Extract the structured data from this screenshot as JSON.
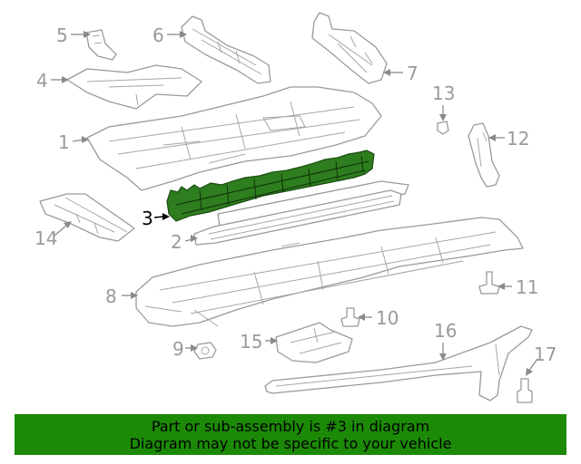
{
  "diagram": {
    "callouts": {
      "c1": "1",
      "c2": "2",
      "c3": "3",
      "c4": "4",
      "c5": "5",
      "c6": "6",
      "c7": "7",
      "c8": "8",
      "c9": "9",
      "c10": "10",
      "c11": "11",
      "c12": "12",
      "c13": "13",
      "c14": "14",
      "c15": "15",
      "c16": "16",
      "c17": "17"
    },
    "highlighted_part": "3",
    "highlight_color": "#2e7d1e"
  },
  "banner": {
    "line1": "Part or sub-assembly is #3 in diagram",
    "line2": "Diagram may not be specific to your vehicle",
    "background": "#1c8a06"
  }
}
